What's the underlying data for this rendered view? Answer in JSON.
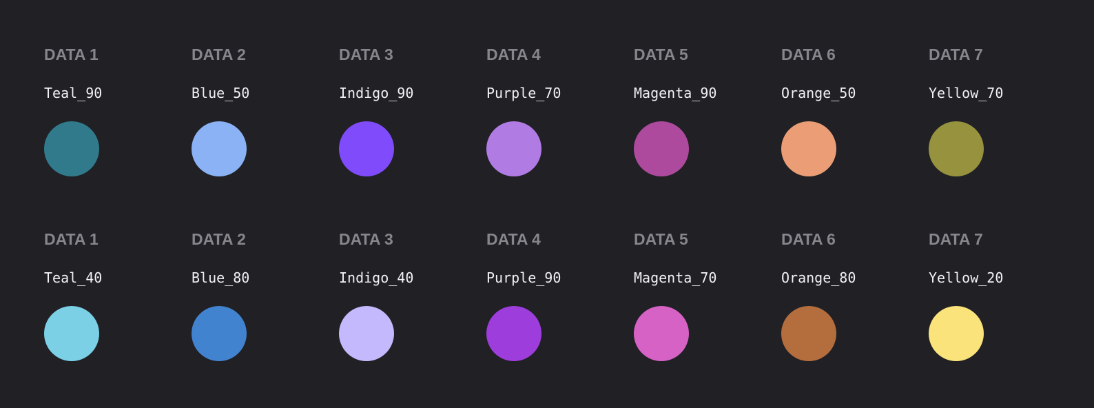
{
  "rows": [
    {
      "items": [
        {
          "label": "DATA 1",
          "token": "Teal_90",
          "color": "#317a8c"
        },
        {
          "label": "DATA 2",
          "token": "Blue_50",
          "color": "#8ab2f4"
        },
        {
          "label": "DATA 3",
          "token": "Indigo_90",
          "color": "#804cfb"
        },
        {
          "label": "DATA 4",
          "token": "Purple_70",
          "color": "#b07be3"
        },
        {
          "label": "DATA 5",
          "token": "Magenta_90",
          "color": "#ad4a9e"
        },
        {
          "label": "DATA 6",
          "token": "Orange_50",
          "color": "#eb9e76"
        },
        {
          "label": "DATA 7",
          "token": "Yellow_70",
          "color": "#96923e"
        }
      ]
    },
    {
      "items": [
        {
          "label": "DATA 1",
          "token": "Teal_40",
          "color": "#7bd0e6"
        },
        {
          "label": "DATA 2",
          "token": "Blue_80",
          "color": "#4283cf"
        },
        {
          "label": "DATA 3",
          "token": "Indigo_40",
          "color": "#c4b9fc"
        },
        {
          "label": "DATA 4",
          "token": "Purple_90",
          "color": "#9c3ddc"
        },
        {
          "label": "DATA 5",
          "token": "Magenta_70",
          "color": "#d762c5"
        },
        {
          "label": "DATA 6",
          "token": "Orange_80",
          "color": "#b46e3e"
        },
        {
          "label": "DATA 7",
          "token": "Yellow_20",
          "color": "#f9e37a"
        }
      ]
    }
  ]
}
